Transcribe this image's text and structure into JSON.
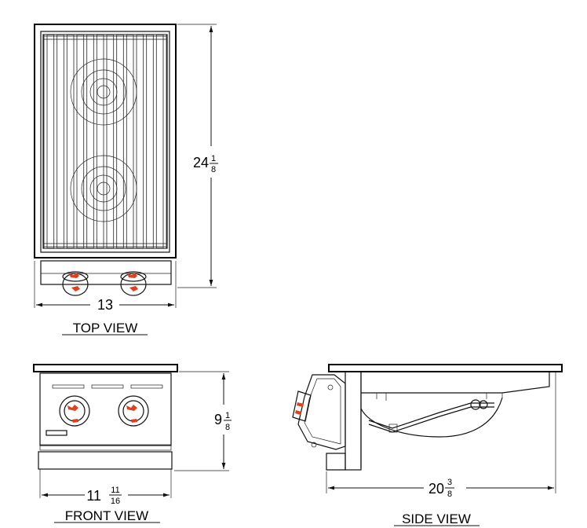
{
  "views": {
    "top": {
      "label": "TOP VIEW",
      "width_whole": "13",
      "depth_whole": "24",
      "depth_num": "1",
      "depth_den": "8"
    },
    "front": {
      "label": "FRONT VIEW",
      "width_whole": "11",
      "width_num": "11",
      "width_den": "16",
      "height_whole": "9",
      "height_num": "1",
      "height_den": "8"
    },
    "side": {
      "label": "SIDE VIEW",
      "depth_whole": "20",
      "depth_num": "3",
      "depth_den": "8"
    }
  },
  "colors": {
    "line": "#111111",
    "accent": "#e0401f",
    "background": "#ffffff"
  }
}
